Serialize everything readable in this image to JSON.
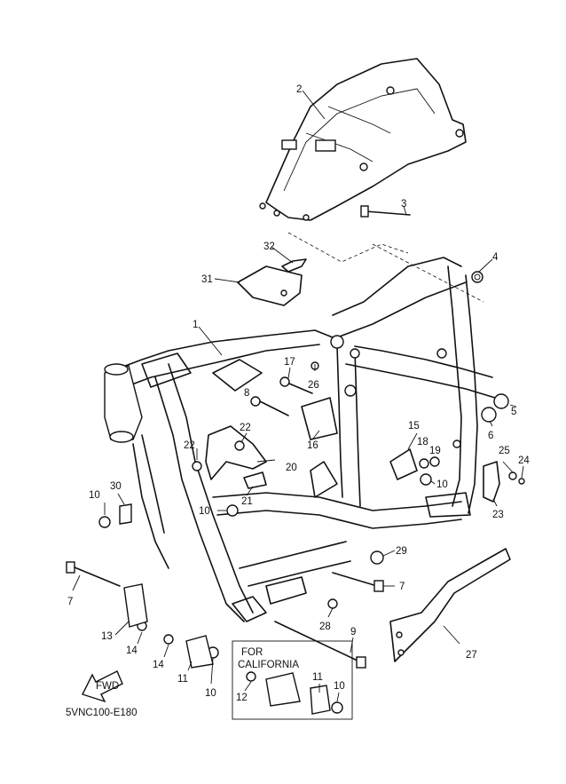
{
  "diagram": {
    "code": "5VNC100-E180",
    "fwd_label": "FWD",
    "california_label_line1": "FOR",
    "california_label_line2": "CALIFORNIA",
    "callouts": [
      {
        "id": "c2",
        "label": "2"
      },
      {
        "id": "c3",
        "label": "3"
      },
      {
        "id": "c32",
        "label": "32"
      },
      {
        "id": "c4",
        "label": "4"
      },
      {
        "id": "c31",
        "label": "31"
      },
      {
        "id": "c1",
        "label": "1"
      },
      {
        "id": "c17",
        "label": "17"
      },
      {
        "id": "c26",
        "label": "26"
      },
      {
        "id": "c8",
        "label": "8"
      },
      {
        "id": "c5",
        "label": "5"
      },
      {
        "id": "c6",
        "label": "6"
      },
      {
        "id": "c15",
        "label": "15"
      },
      {
        "id": "c22a",
        "label": "22"
      },
      {
        "id": "c22b",
        "label": "22"
      },
      {
        "id": "c16",
        "label": "16"
      },
      {
        "id": "c18",
        "label": "18"
      },
      {
        "id": "c19",
        "label": "19"
      },
      {
        "id": "c25",
        "label": "25"
      },
      {
        "id": "c24",
        "label": "24"
      },
      {
        "id": "c20",
        "label": "20"
      },
      {
        "id": "c10a",
        "label": "10"
      },
      {
        "id": "c30",
        "label": "30"
      },
      {
        "id": "c21",
        "label": "21"
      },
      {
        "id": "c10b",
        "label": "10"
      },
      {
        "id": "c10c",
        "label": "10"
      },
      {
        "id": "c23",
        "label": "23"
      },
      {
        "id": "c29",
        "label": "29"
      },
      {
        "id": "c7a",
        "label": "7"
      },
      {
        "id": "c7b",
        "label": "7"
      },
      {
        "id": "c13",
        "label": "13"
      },
      {
        "id": "c14a",
        "label": "14"
      },
      {
        "id": "c28",
        "label": "28"
      },
      {
        "id": "c9",
        "label": "9"
      },
      {
        "id": "c27",
        "label": "27"
      },
      {
        "id": "c14b",
        "label": "14"
      },
      {
        "id": "c11a",
        "label": "11"
      },
      {
        "id": "c10d",
        "label": "10"
      },
      {
        "id": "c11b",
        "label": "11"
      },
      {
        "id": "c10e",
        "label": "10"
      },
      {
        "id": "c12",
        "label": "12"
      }
    ]
  }
}
